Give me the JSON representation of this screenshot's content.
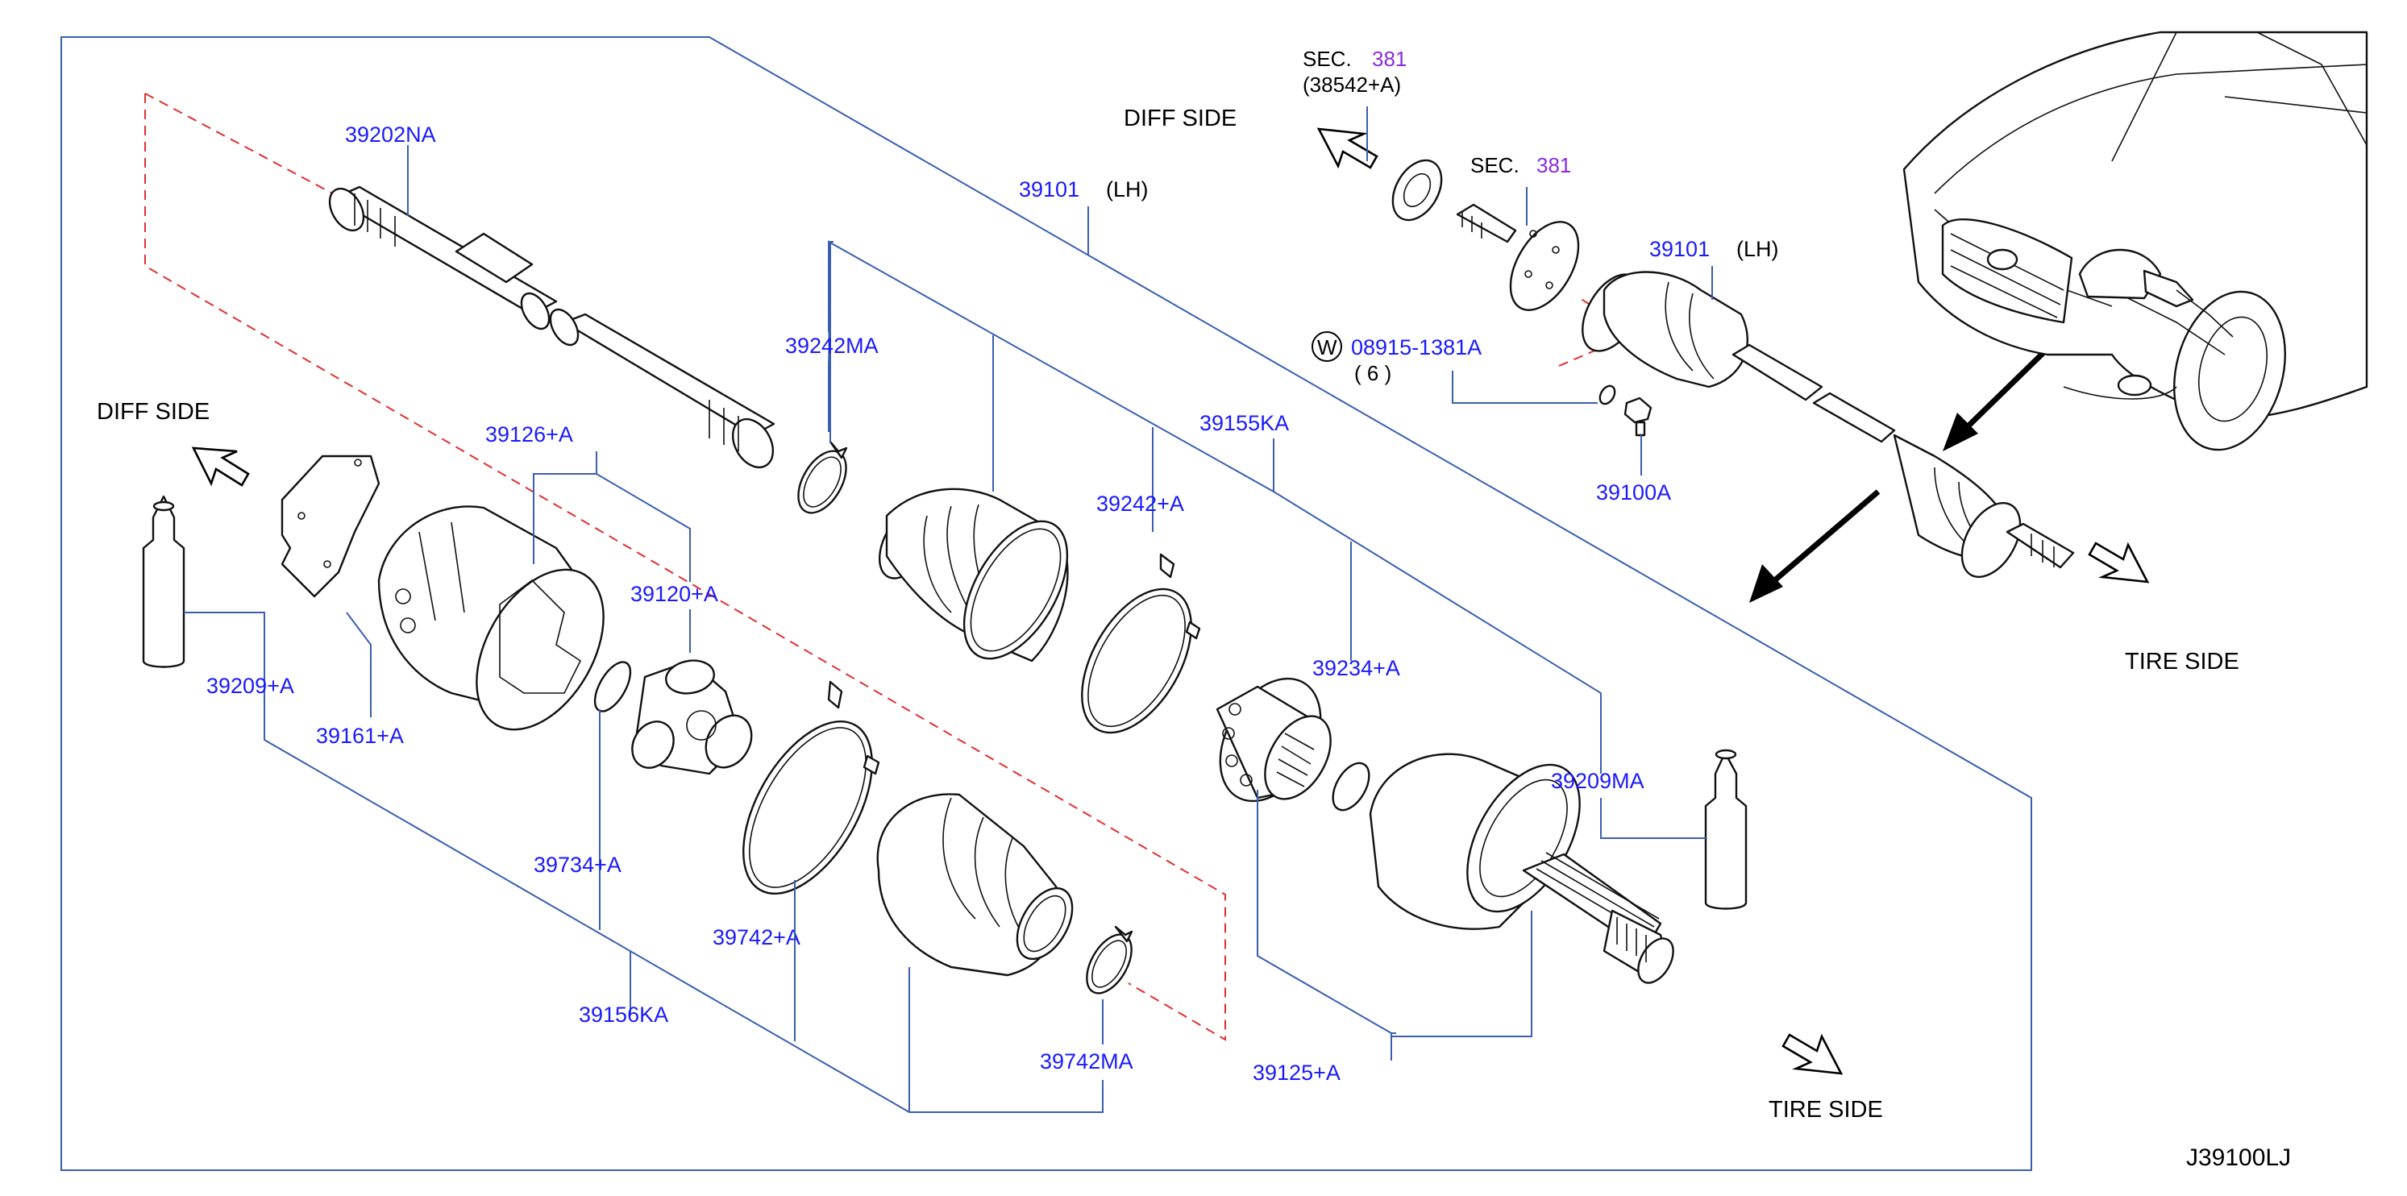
{
  "drawing_code": "J39100LJ",
  "direction_labels": {
    "diff_side_left": "DIFF  SIDE",
    "diff_side_top": "DIFF  SIDE",
    "tire_side_right": "TIRE  SIDE",
    "tire_side_bottom": "TIRE  SIDE"
  },
  "section_refs": {
    "bearing_sec_prefix": "SEC.",
    "bearing_sec_num": "381",
    "bearing_part": "(38542+A)",
    "stub_sec_prefix": "SEC.",
    "stub_sec_num": "381"
  },
  "washer_marker": "W",
  "parts": {
    "p39202NA": "39202NA",
    "p39101_main": "39101",
    "p39101_main_side": "(LH)",
    "p39101_overview": "39101",
    "p39101_overview_side": "(LH)",
    "p39242MA": "39242MA",
    "p39126A": "39126+A",
    "p39120A": "39120+A",
    "p39155KA": "39155KA",
    "p39242A": "39242+A",
    "p39234A": "39234+A",
    "p39209A": "39209+A",
    "p39161A": "39161+A",
    "p39734A": "39734+A",
    "p39742A": "39742+A",
    "p39156KA": "39156KA",
    "p39742MA": "39742MA",
    "p39125A": "39125+A",
    "p39209MA": "39209MA",
    "p08915": "08915-1381A",
    "p08915_qty": "( 6 )",
    "p39100A": "39100A"
  }
}
